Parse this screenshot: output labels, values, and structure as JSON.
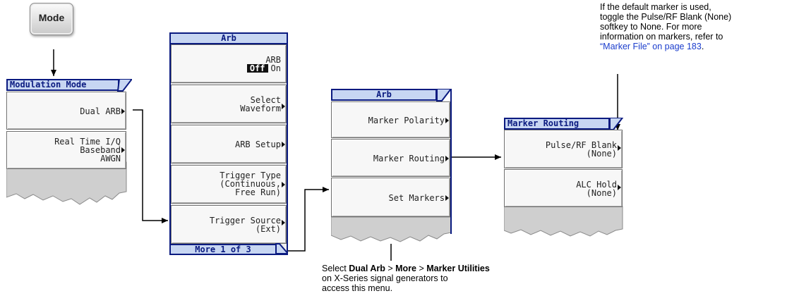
{
  "mode_key": {
    "label": "Mode"
  },
  "modulation_mode_menu": {
    "title": "Modulation Mode",
    "softkeys": [
      {
        "lines": [
          "Dual ARB"
        ]
      },
      {
        "lines": [
          "Real Time I/Q",
          "Baseband",
          "AWGN"
        ]
      }
    ]
  },
  "arb_menu": {
    "title": "Arb",
    "arb_key": {
      "label": "ARB",
      "off": "Off",
      "on": "On"
    },
    "softkeys": [
      {
        "lines": [
          "Select",
          "Waveform"
        ]
      },
      {
        "lines": [
          "ARB Setup"
        ]
      },
      {
        "lines": [
          "Trigger Type",
          "(Continuous,",
          "Free Run)"
        ]
      },
      {
        "lines": [
          "Trigger Source",
          "(Ext)"
        ]
      }
    ],
    "more": "More 1 of 3"
  },
  "marker_arb_menu": {
    "title": "Arb",
    "softkeys": [
      {
        "lines": [
          "Marker Polarity"
        ]
      },
      {
        "lines": [
          "Marker Routing"
        ]
      },
      {
        "lines": [
          "Set Markers"
        ]
      }
    ]
  },
  "marker_routing_menu": {
    "title": "Marker Routing",
    "softkeys": [
      {
        "lines": [
          "Pulse/RF Blank",
          "(None)"
        ]
      },
      {
        "lines": [
          "ALC Hold",
          "(None)"
        ]
      }
    ]
  },
  "top_note": {
    "lines": [
      "If the default marker is used,",
      "toggle the Pulse/RF Blank (None)",
      "softkey to None. For more",
      "information on markers, refer to"
    ],
    "link": "“Marker File” on page 183",
    "after_link": "."
  },
  "bottom_note": {
    "prefix": "Select ",
    "item1": "Dual Arb",
    "sep1": " > ",
    "item2": "More",
    "sep2": " > ",
    "item3": "Marker Utilities",
    "line2": "on X-Series signal generators to",
    "line3": "access this menu."
  }
}
